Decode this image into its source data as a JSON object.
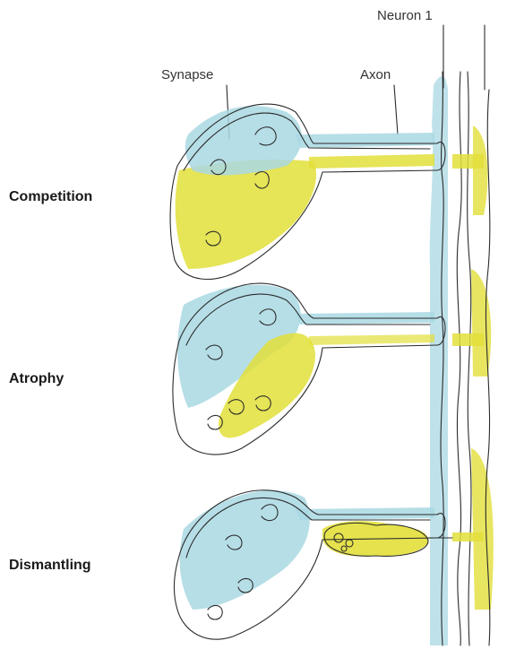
{
  "labels": {
    "neuron1": "Neuron 1",
    "synapse": "Synapse",
    "axon": "Axon"
  },
  "stages": [
    {
      "name": "Competition"
    },
    {
      "name": "Atrophy"
    },
    {
      "name": "Dismantling"
    }
  ],
  "colors": {
    "neuron1_fill": "#a9d8e3",
    "neuron2_fill": "#e2df3a",
    "outline": "#2b2b2b"
  }
}
